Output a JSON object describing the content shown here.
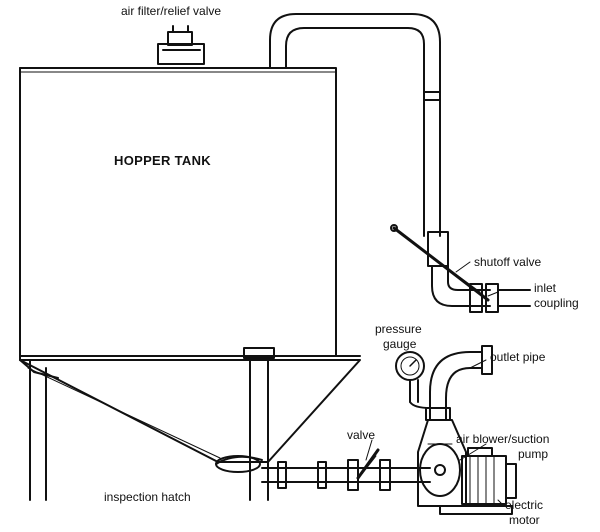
{
  "labels": {
    "air_filter": "air filter/relief valve",
    "hopper_tank": "HOPPER TANK",
    "shutoff_valve": "shutoff valve",
    "inlet_coupling_1": "inlet",
    "inlet_coupling_2": "coupling",
    "pressure_gauge_1": "pressure",
    "pressure_gauge_2": "gauge",
    "outlet_pipe": "outlet pipe",
    "valve": "valve",
    "air_blower_1": "air blower/suction",
    "air_blower_2": "pump",
    "inspection_hatch": "inspection hatch",
    "electric_motor_1": "electric",
    "electric_motor_2": "motor"
  }
}
